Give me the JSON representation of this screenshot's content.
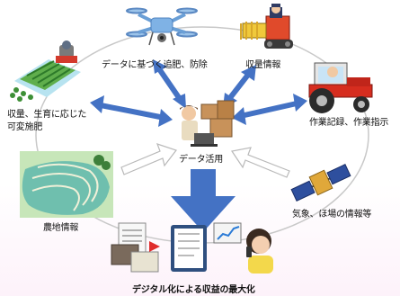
{
  "labels": {
    "drone": "データに基づく追肥、防除",
    "harvest": "収量情報",
    "field_line1": "収量、生育に応じた",
    "field_line2": "可変施肥",
    "tractor": "作業記録、作業指示",
    "center": "データ活用",
    "farmland": "農地情報",
    "satellite": "気象、ほ場の情報等",
    "bottom": "デジタル化による収益の最大化"
  },
  "colors": {
    "arrow_blue": "#4472c4",
    "arrow_outline": "#b9b9b9",
    "ellipse": "#c8c8c8",
    "bottom_bg": "#fdf2fa"
  },
  "icons": [
    "drone-icon",
    "harvester-icon",
    "tractor-icon",
    "field-icon",
    "person-laptop-icon",
    "terraced-field-icon",
    "satellite-icon",
    "documents-icon",
    "tablet-icon",
    "woman-phone-icon"
  ]
}
